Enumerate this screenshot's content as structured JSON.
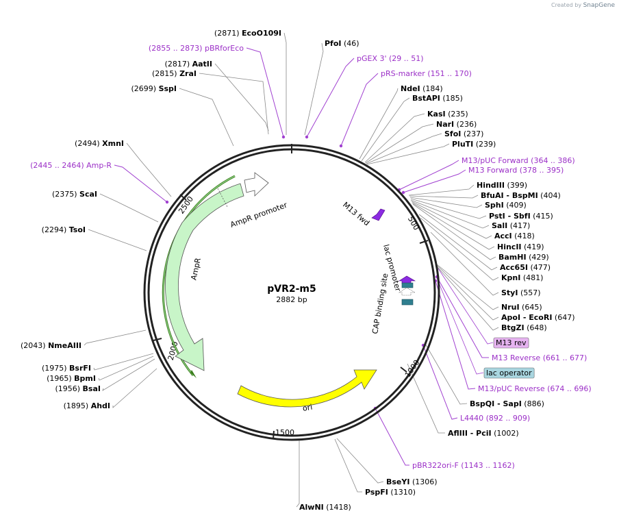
{
  "header": {
    "created_by": "Created by",
    "brand": "SnapGene"
  },
  "plasmid": {
    "name": "pVR2-m5",
    "length_label": "2882 bp",
    "length_bp": 2882
  },
  "colors": {
    "backbone": "#222222",
    "feature_text": "#9b2fc7",
    "enzyme_line": "#888888",
    "feature_line": "#a040d0",
    "ampr_fill": "#c8f5c8",
    "ori_fill": "#ffff00",
    "orf_green": "#3a7d1a",
    "primer_purple": "#8b2be2",
    "protein_teal": "#2f7f8f",
    "lac_operator_bg": "#a9d6e0",
    "m13rev_bg": "#e6b3f0"
  },
  "ticks": [
    {
      "label": "500",
      "bp": 500
    },
    {
      "label": "1000",
      "bp": 1000
    },
    {
      "label": "1500",
      "bp": 1500
    },
    {
      "label": "2000",
      "bp": 2000
    },
    {
      "label": "2500",
      "bp": 2500
    }
  ],
  "features": {
    "ampr": {
      "label": "AmpR"
    },
    "ampr_promoter": {
      "label": "AmpR promoter"
    },
    "ori": {
      "label": "ori"
    },
    "m13_fwd": {
      "label": "M13 fwd"
    },
    "lac_promoter": {
      "label": "lac promoter"
    },
    "cap_site": {
      "label": "CAP binding site"
    }
  },
  "labels": [
    {
      "name": "EcoO109I",
      "pos": "(2871)",
      "kind": "enzyme",
      "side": "L"
    },
    {
      "name": "pBRforEco",
      "pos": "(2855 .. 2873)",
      "kind": "primer",
      "side": "L"
    },
    {
      "name": "AatII",
      "pos": "(2817)",
      "kind": "enzyme",
      "side": "L"
    },
    {
      "name": "ZraI",
      "pos": "(2815)",
      "kind": "enzyme",
      "side": "L"
    },
    {
      "name": "SspI",
      "pos": "(2699)",
      "kind": "enzyme",
      "side": "L"
    },
    {
      "name": "XmnI",
      "pos": "(2494)",
      "kind": "enzyme",
      "side": "L"
    },
    {
      "name": "Amp-R",
      "pos": "(2445 .. 2464)",
      "kind": "primer",
      "side": "L"
    },
    {
      "name": "ScaI",
      "pos": "(2375)",
      "kind": "enzyme",
      "side": "L"
    },
    {
      "name": "TsoI",
      "pos": "(2294)",
      "kind": "enzyme",
      "side": "L"
    },
    {
      "name": "NmeAIII",
      "pos": "(2043)",
      "kind": "enzyme",
      "side": "L"
    },
    {
      "name": "BsrFI",
      "pos": "(1975)",
      "kind": "enzyme",
      "side": "L"
    },
    {
      "name": "BpmI",
      "pos": "(1965)",
      "kind": "enzyme",
      "side": "L"
    },
    {
      "name": "BsaI",
      "pos": "(1956)",
      "kind": "enzyme",
      "side": "L"
    },
    {
      "name": "AhdI",
      "pos": "(1895)",
      "kind": "enzyme",
      "side": "L"
    },
    {
      "name": "PfoI",
      "pos": "(46)",
      "kind": "enzyme",
      "side": "R"
    },
    {
      "name": "pGEX 3'",
      "pos": "(29 .. 51)",
      "kind": "primer",
      "side": "R"
    },
    {
      "name": "pRS-marker",
      "pos": "(151 .. 170)",
      "kind": "primer",
      "side": "R"
    },
    {
      "name": "NdeI",
      "pos": "(184)",
      "kind": "enzyme",
      "side": "R"
    },
    {
      "name": "BstAPI",
      "pos": "(185)",
      "kind": "enzyme",
      "side": "R"
    },
    {
      "name": "KasI",
      "pos": "(235)",
      "kind": "enzyme",
      "side": "R"
    },
    {
      "name": "NarI",
      "pos": "(236)",
      "kind": "enzyme",
      "side": "R"
    },
    {
      "name": "SfoI",
      "pos": "(237)",
      "kind": "enzyme",
      "side": "R"
    },
    {
      "name": "PluTI",
      "pos": "(239)",
      "kind": "enzyme",
      "side": "R"
    },
    {
      "name": "M13/pUC Forward",
      "pos": "(364 .. 386)",
      "kind": "primer",
      "side": "R"
    },
    {
      "name": "M13 Forward",
      "pos": "(378 .. 395)",
      "kind": "primer",
      "side": "R"
    },
    {
      "name": "HindIII",
      "pos": "(399)",
      "kind": "enzyme",
      "side": "R"
    },
    {
      "name": "BfuAI",
      "name2": "BspMI",
      "pos": "(404)",
      "kind": "enzyme",
      "side": "R"
    },
    {
      "name": "SphI",
      "pos": "(409)",
      "kind": "enzyme",
      "side": "R"
    },
    {
      "name": "PstI",
      "name2": "SbfI",
      "pos": "(415)",
      "kind": "enzyme",
      "side": "R"
    },
    {
      "name": "SalI",
      "pos": "(417)",
      "kind": "enzyme",
      "side": "R"
    },
    {
      "name": "AccI",
      "pos": "(418)",
      "kind": "enzyme",
      "side": "R"
    },
    {
      "name": "HincII",
      "pos": "(419)",
      "kind": "enzyme",
      "side": "R"
    },
    {
      "name": "BamHI",
      "pos": "(429)",
      "kind": "enzyme",
      "side": "R"
    },
    {
      "name": "Acc65I",
      "pos": "(477)",
      "kind": "enzyme",
      "side": "R"
    },
    {
      "name": "KpnI",
      "pos": "(481)",
      "kind": "enzyme",
      "side": "R"
    },
    {
      "name": "StyI",
      "pos": "(557)",
      "kind": "enzyme",
      "side": "R"
    },
    {
      "name": "NruI",
      "pos": "(645)",
      "kind": "enzyme",
      "side": "R"
    },
    {
      "name": "ApoI",
      "name2": "EcoRI",
      "pos": "(647)",
      "kind": "enzyme",
      "side": "R"
    },
    {
      "name": "BtgZI",
      "pos": "(648)",
      "kind": "enzyme",
      "side": "R"
    },
    {
      "name": "M13 rev",
      "pos": "",
      "kind": "boxed-purple",
      "side": "R"
    },
    {
      "name": "M13 Reverse",
      "pos": "(661 .. 677)",
      "kind": "primer",
      "side": "R"
    },
    {
      "name": "lac operator",
      "pos": "",
      "kind": "boxed-teal",
      "side": "R"
    },
    {
      "name": "M13/pUC Reverse",
      "pos": "(674 .. 696)",
      "kind": "primer",
      "side": "R"
    },
    {
      "name": "BspQI",
      "name2": "SapI",
      "pos": "(886)",
      "kind": "enzyme",
      "side": "R"
    },
    {
      "name": "L4440",
      "pos": "(892 .. 909)",
      "kind": "primer",
      "side": "R"
    },
    {
      "name": "AflIII",
      "name2": "PciI",
      "pos": "(1002)",
      "kind": "enzyme",
      "side": "R"
    },
    {
      "name": "pBR322ori-F",
      "pos": "(1143 .. 1162)",
      "kind": "primer",
      "side": "R"
    },
    {
      "name": "BseYI",
      "pos": "(1306)",
      "kind": "enzyme",
      "side": "R"
    },
    {
      "name": "PspFI",
      "pos": "(1310)",
      "kind": "enzyme",
      "side": "R"
    },
    {
      "name": "AlwNI",
      "pos": "(1418)",
      "kind": "enzyme",
      "side": "R"
    }
  ]
}
